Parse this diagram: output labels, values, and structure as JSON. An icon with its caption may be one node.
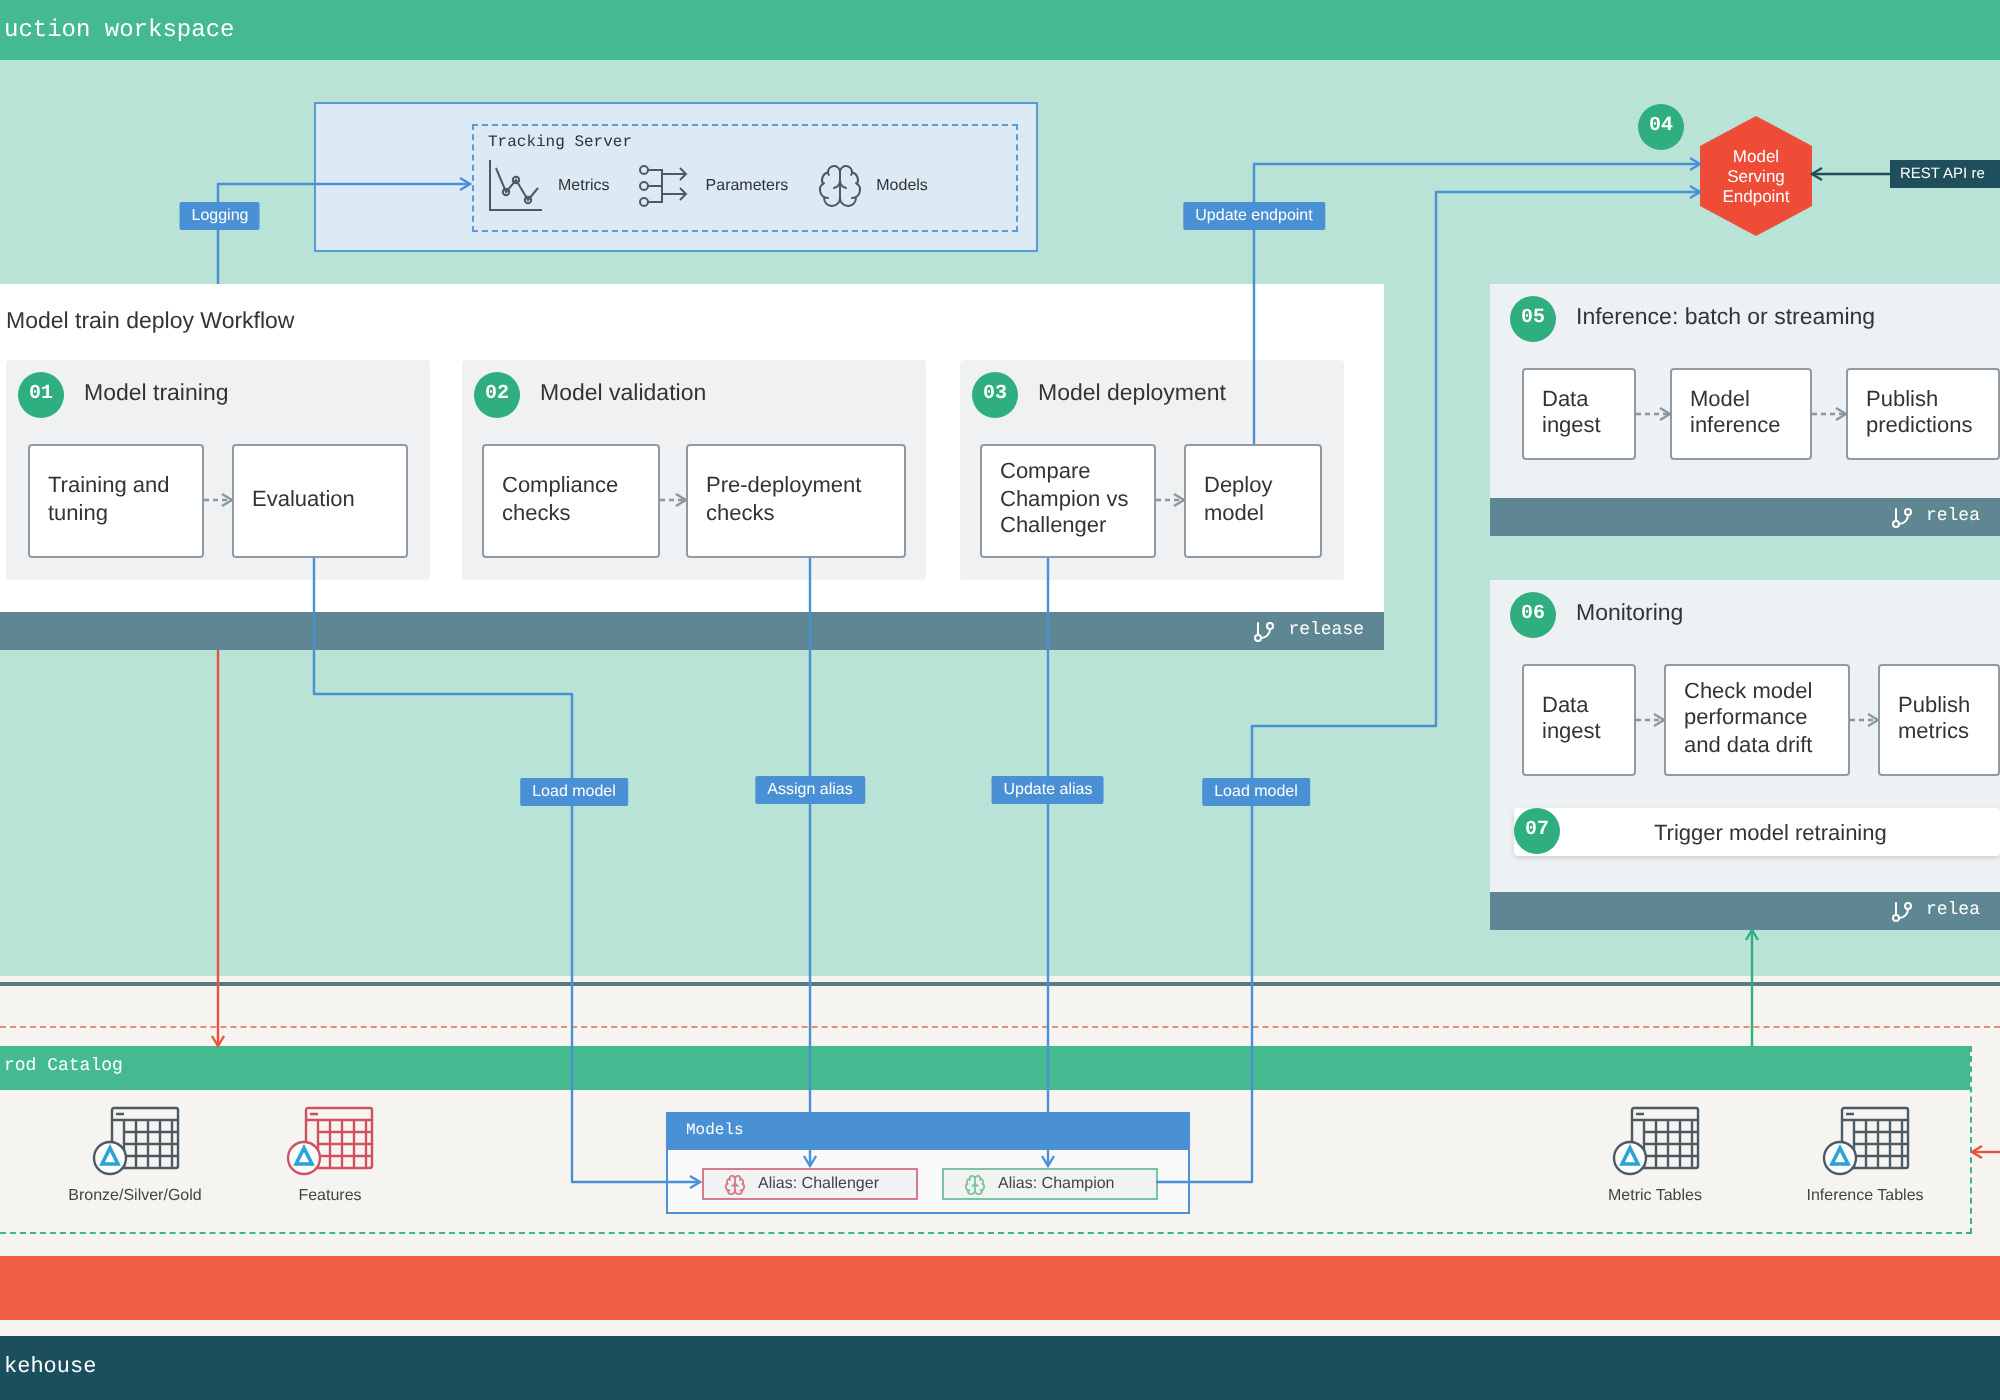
{
  "diagram": {
    "nodes": [
      {
        "text": [
          "uction workspace"
        ]
      },
      {
        "text": [],
        "shape": "box",
        "in": 0
      },
      {
        "text": [
          "Tracking Server",
          "Metrics",
          "Parameters",
          "Models"
        ],
        "in": 1
      },
      {
        "text": [
          "Model train deploy Workflow",
          "release"
        ],
        "in": 0
      },
      {
        "text": [
          "01",
          "Model training"
        ],
        "in": 3
      },
      {
        "text": [
          "Training and tuning"
        ],
        "in": 4
      },
      {
        "text": [
          "Evaluation"
        ],
        "in": 4
      },
      {
        "text": [
          "02",
          "Model validation"
        ],
        "in": 3
      },
      {
        "text": [
          "Compliance checks"
        ],
        "in": 7
      },
      {
        "text": [
          "Pre-deployment checks"
        ],
        "in": 7
      },
      {
        "text": [
          "03",
          "Model deployment"
        ],
        "in": 3
      },
      {
        "text": [
          "Compare Champion vs Challenger"
        ],
        "in": 10
      },
      {
        "text": [
          "Deploy model"
        ],
        "in": 10
      },
      {
        "text": [
          "Model Serving Endpoint"
        ],
        "beside": [
          "04"
        ],
        "in": 0
      },
      {
        "text": [
          "REST API re"
        ],
        "in": 0
      },
      {
        "text": [
          "05",
          "Inference: batch or streaming",
          "relea"
        ],
        "in": 0
      },
      {
        "text": [
          "Data ingest"
        ],
        "in": 15
      },
      {
        "text": [
          "Model inference"
        ],
        "in": 15
      },
      {
        "text": [
          "Publish predictions"
        ],
        "in": 15
      },
      {
        "text": [
          "06",
          "Monitoring",
          "relea"
        ],
        "in": 0
      },
      {
        "text": [
          "Data ingest"
        ],
        "in": 19
      },
      {
        "text": [
          "Check model performance and data drift"
        ],
        "in": 19
      },
      {
        "text": [
          "Publish metrics"
        ],
        "in": 19
      },
      {
        "text": [
          "07",
          "Trigger model retraining"
        ],
        "in": 19
      },
      {
        "text": [
          "rod Catalog"
        ]
      },
      {
        "text": [
          "Bronze/Silver/Gold"
        ],
        "in": 24
      },
      {
        "text": [
          "Features"
        ],
        "in": 24
      },
      {
        "text": [
          "Models"
        ],
        "in": 24
      },
      {
        "text": [
          "Alias: Challenger"
        ],
        "in": 27
      },
      {
        "text": [
          "Alias: Champion"
        ],
        "in": 27
      },
      {
        "text": [
          "Metric Tables"
        ],
        "in": 24
      },
      {
        "text": [
          "Inference Tables"
        ],
        "in": 24
      },
      {
        "text": [],
        "shape": "bar"
      },
      {
        "text": [
          "kehouse"
        ]
      }
    ],
    "edges": [
      {
        "from": 3,
        "to": 2,
        "arrow": "to",
        "label": "Logging",
        "color": "#4a90d4"
      },
      {
        "from": 5,
        "to": 6,
        "arrow": "to",
        "style": "dashed"
      },
      {
        "from": 8,
        "to": 9,
        "arrow": "to",
        "style": "dashed"
      },
      {
        "from": 11,
        "to": 12,
        "arrow": "to",
        "style": "dashed"
      },
      {
        "from": 16,
        "to": 17,
        "arrow": "to",
        "style": "dashed"
      },
      {
        "from": 17,
        "to": 18,
        "arrow": "to",
        "style": "dashed"
      },
      {
        "from": 20,
        "to": 21,
        "arrow": "to",
        "style": "dashed"
      },
      {
        "from": 21,
        "to": 22,
        "arrow": "to",
        "style": "dashed"
      },
      {
        "from": 12,
        "to": 13,
        "arrow": "to",
        "label": "Update endpoint",
        "color": "#4a90d4"
      },
      {
        "from": 14,
        "to": 13,
        "arrow": "to",
        "color": "#1f4f5c"
      },
      {
        "from": 6,
        "to": 28,
        "arrow": "to",
        "label": "Load model",
        "color": "#4a90d4"
      },
      {
        "from": 9,
        "to": 28,
        "arrow": "to",
        "label": "Assign alias",
        "color": "#4a90d4"
      },
      {
        "from": 11,
        "to": 29,
        "arrow": "to",
        "label": "Update alias",
        "color": "#4a90d4"
      },
      {
        "from": 29,
        "to": 13,
        "arrow": "to",
        "label": "Load model",
        "color": "#4a90d4"
      },
      {
        "from": 3,
        "to": 24,
        "arrow": "to",
        "color": "#e8533f"
      },
      {
        "from": 24,
        "to": 19,
        "arrow": "to",
        "color": "#2fae7f"
      },
      {
        "from": null,
        "to": 24,
        "arrow": "to",
        "color": "#e8533f"
      }
    ]
  }
}
